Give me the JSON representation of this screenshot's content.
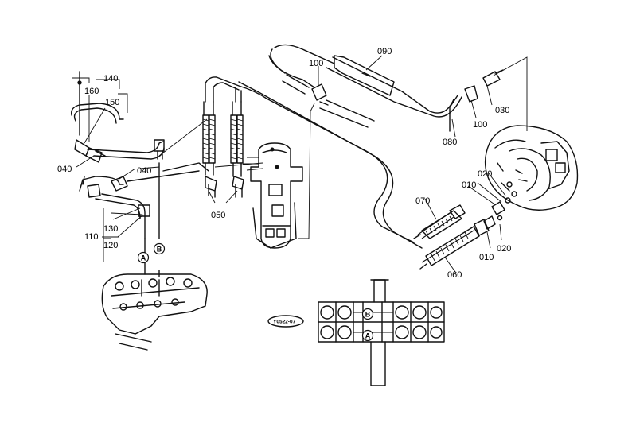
{
  "labels": {
    "p010a": "010",
    "p010b": "010",
    "p020a": "020",
    "p020b": "020",
    "p030": "030",
    "p040a": "040",
    "p040b": "040",
    "p050": "050",
    "p060": "060",
    "p070": "070",
    "p080": "080",
    "p090": "090",
    "p100a": "100",
    "p100b": "100",
    "p110": "110",
    "p120": "120",
    "p130": "130",
    "p140": "140",
    "p150": "150",
    "p160": "160"
  },
  "markers": {
    "a_left": "A",
    "b_left": "B",
    "a_right": "A",
    "b_right": "B"
  },
  "drawing_code": "Y0522-07"
}
